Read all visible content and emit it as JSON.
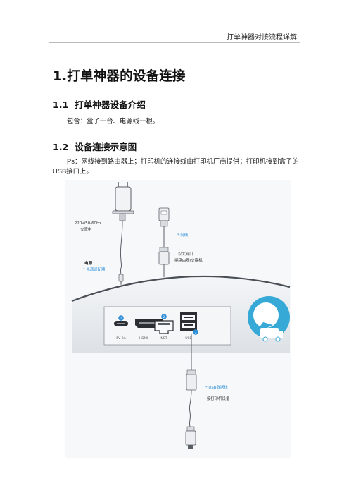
{
  "header": {
    "running_title": "打单神器对接流程详解"
  },
  "section1": {
    "title": "1.打单神器的设备连接"
  },
  "section1_1": {
    "number": "1.1",
    "title": "打单神器设备介绍",
    "body": "包含：盒子一台、电源线一根。"
  },
  "section1_2": {
    "number": "1.2",
    "title": "设备连接示意图",
    "note_prefix": "Ps",
    "note_mid": "：网线接到路由器上；打印机的连接线由打印机厂商提供；打印机接到盒子的",
    "note_usb": "USB",
    "note_end": "接口上。"
  },
  "diagram": {
    "adapter_voltage": "220v/50-60Hz",
    "adapter_type": "交流电",
    "power_label": "电源",
    "power_cable": "* 电源适配器",
    "network_cable": "* 网线",
    "ethernet_port_desc": "以太网口",
    "ethernet_target": "接路由器/交换机",
    "usb_cable": "* USB数据线",
    "usb_target": "接打印机设备",
    "ports": [
      {
        "badge": "1",
        "label": "5V 2A"
      },
      {
        "badge": "",
        "label": "HDMI"
      },
      {
        "badge": "2",
        "label": "NET"
      },
      {
        "badge": "3",
        "label": "USB"
      }
    ],
    "colors": {
      "accent": "#2e8fd8",
      "device": "#e7eaee",
      "device_edge": "#4a4f56",
      "logo": "#36a9d6"
    }
  }
}
